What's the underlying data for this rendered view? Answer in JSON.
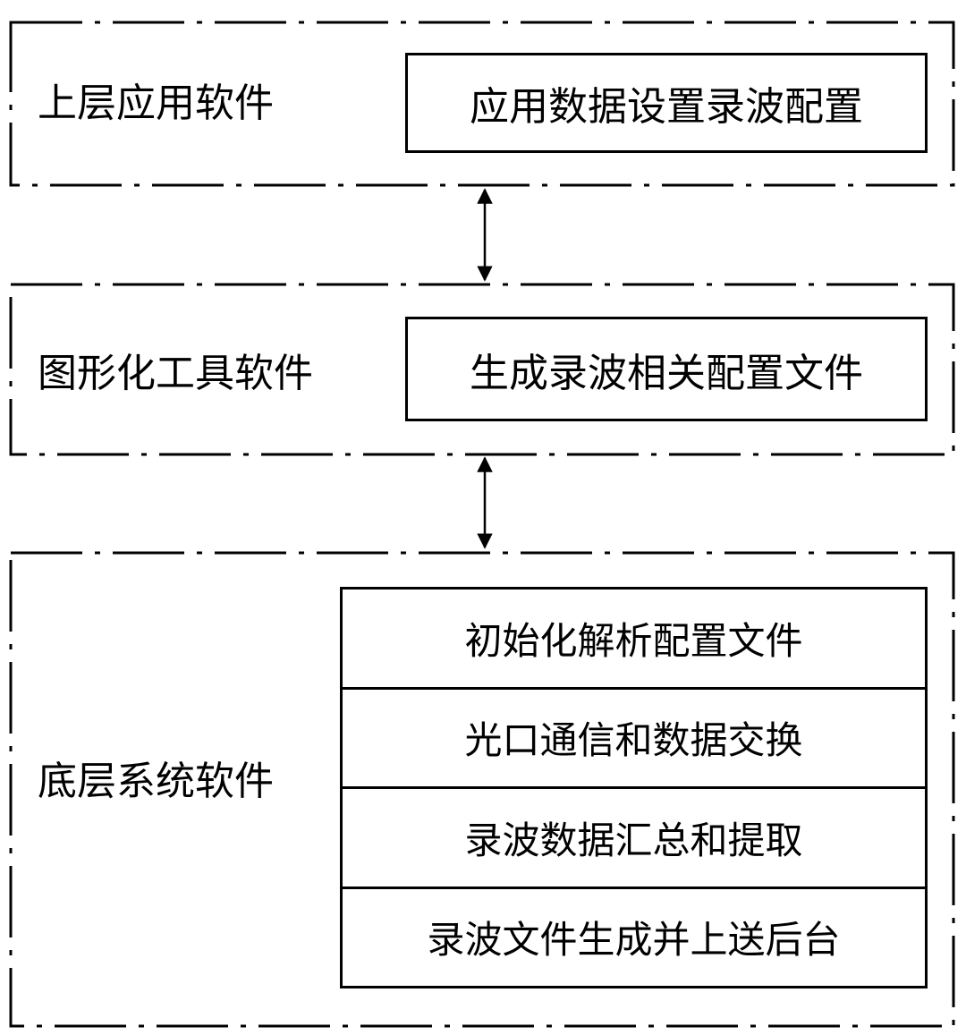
{
  "layers": [
    {
      "label": "上层应用软件",
      "items": [
        "应用数据设置录波配置"
      ]
    },
    {
      "label": "图形化工具软件",
      "items": [
        "生成录波相关配置文件"
      ]
    },
    {
      "label": "底层系统软件",
      "items": [
        "初始化解析配置文件",
        "光口通信和数据交换",
        "录波数据汇总和提取",
        "录波文件生成并上送后台"
      ]
    }
  ]
}
